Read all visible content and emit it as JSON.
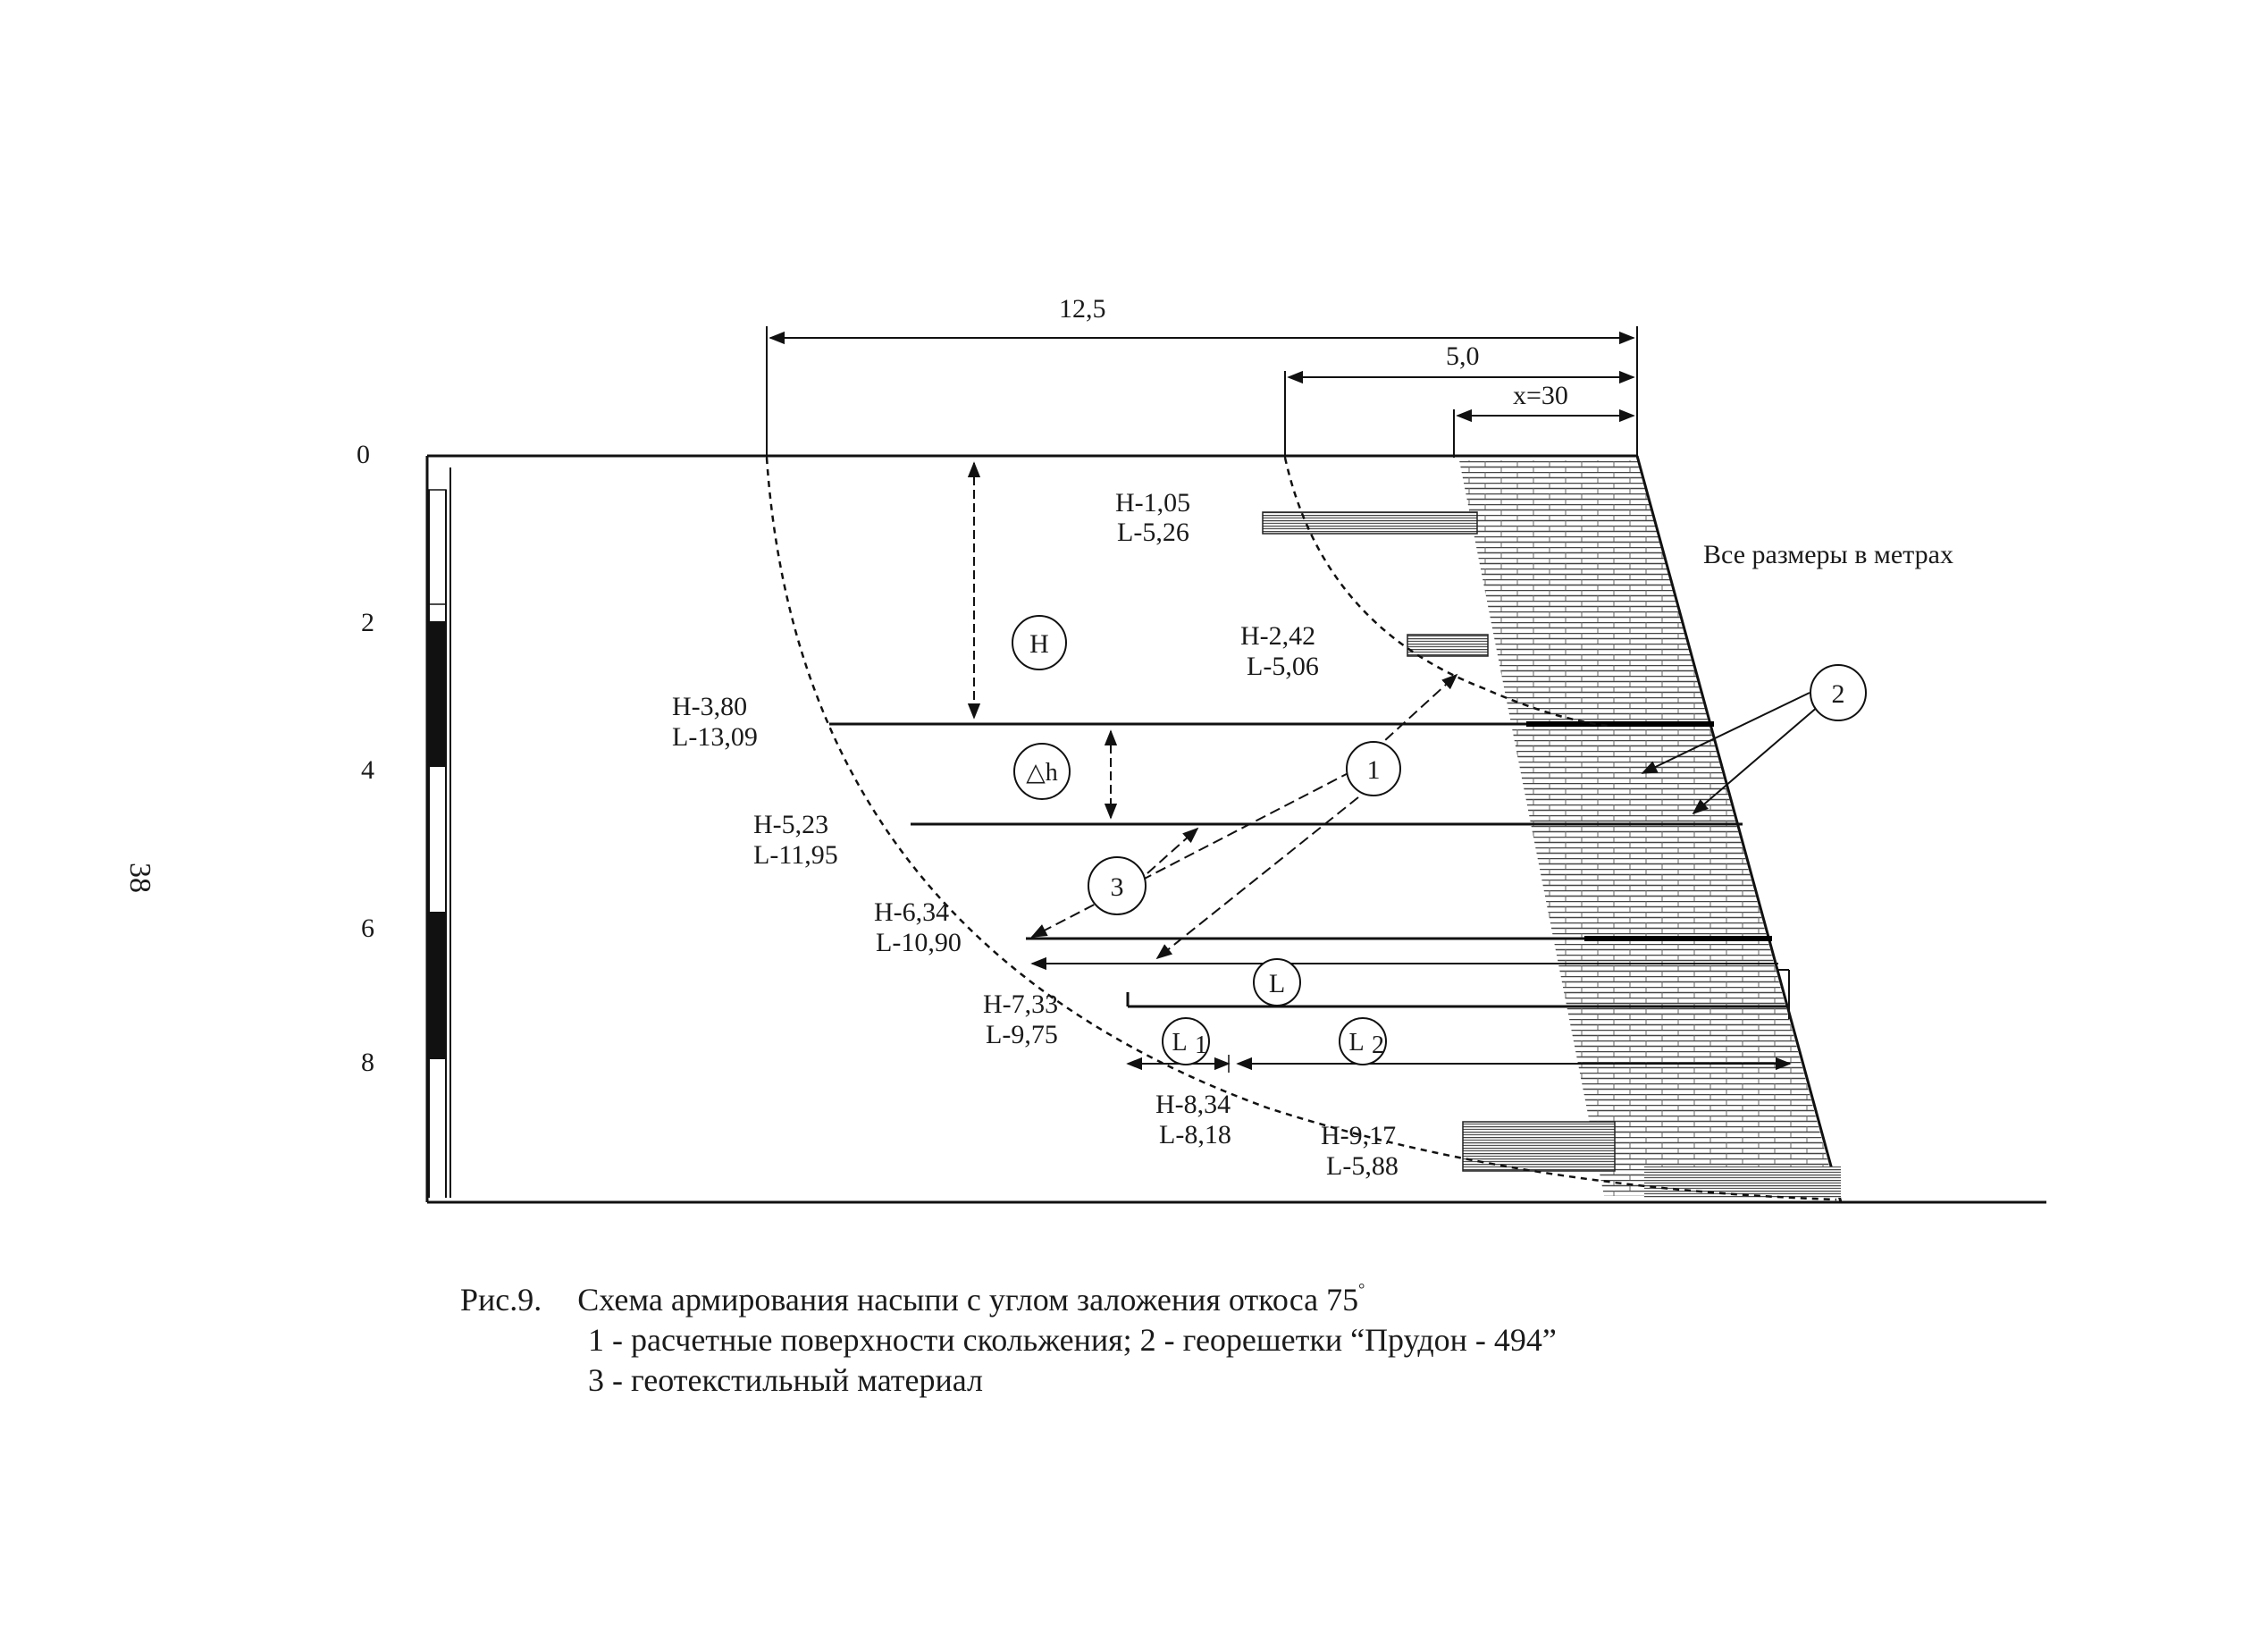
{
  "page": {
    "page_number": "38"
  },
  "dimensions": {
    "width_total": "12,5",
    "width_mid": "5,0",
    "width_x": "x=30"
  },
  "scale": {
    "ticks": [
      "0",
      "2",
      "4",
      "6",
      "8"
    ]
  },
  "note": "Все размеры в метрах",
  "layers": [
    {
      "h": "H-1,05",
      "l": "L-5,26"
    },
    {
      "h": "H-2,42",
      "l": "L-5,06"
    },
    {
      "h": "H-3,80",
      "l": "L-13,09"
    },
    {
      "h": "H-5,23",
      "l": "L-11,95"
    },
    {
      "h": "H-6,34",
      "l": "L-10,90"
    },
    {
      "h": "H-7,33",
      "l": "L-9,75"
    },
    {
      "h": "H-8,34",
      "l": "L-8,18"
    },
    {
      "h": "H-9,17",
      "l": "L-5,88"
    }
  ],
  "markers": {
    "H": "H",
    "dh": "△h",
    "one": "1",
    "two": "2",
    "three": "3",
    "L": "L",
    "L1": "L",
    "L1_sub": "1",
    "L2": "L",
    "L2_sub": "2"
  },
  "caption": {
    "line1_prefix": "Рис.9.",
    "line1_text": "Схема армирования насыпи с углом заложения откоса 75",
    "line1_sup": "°",
    "line2": "1 - расчетные поверхности скольжения; 2 - георешетки “Прудон - 494”",
    "line3": "3 - геотекстильный материал"
  }
}
